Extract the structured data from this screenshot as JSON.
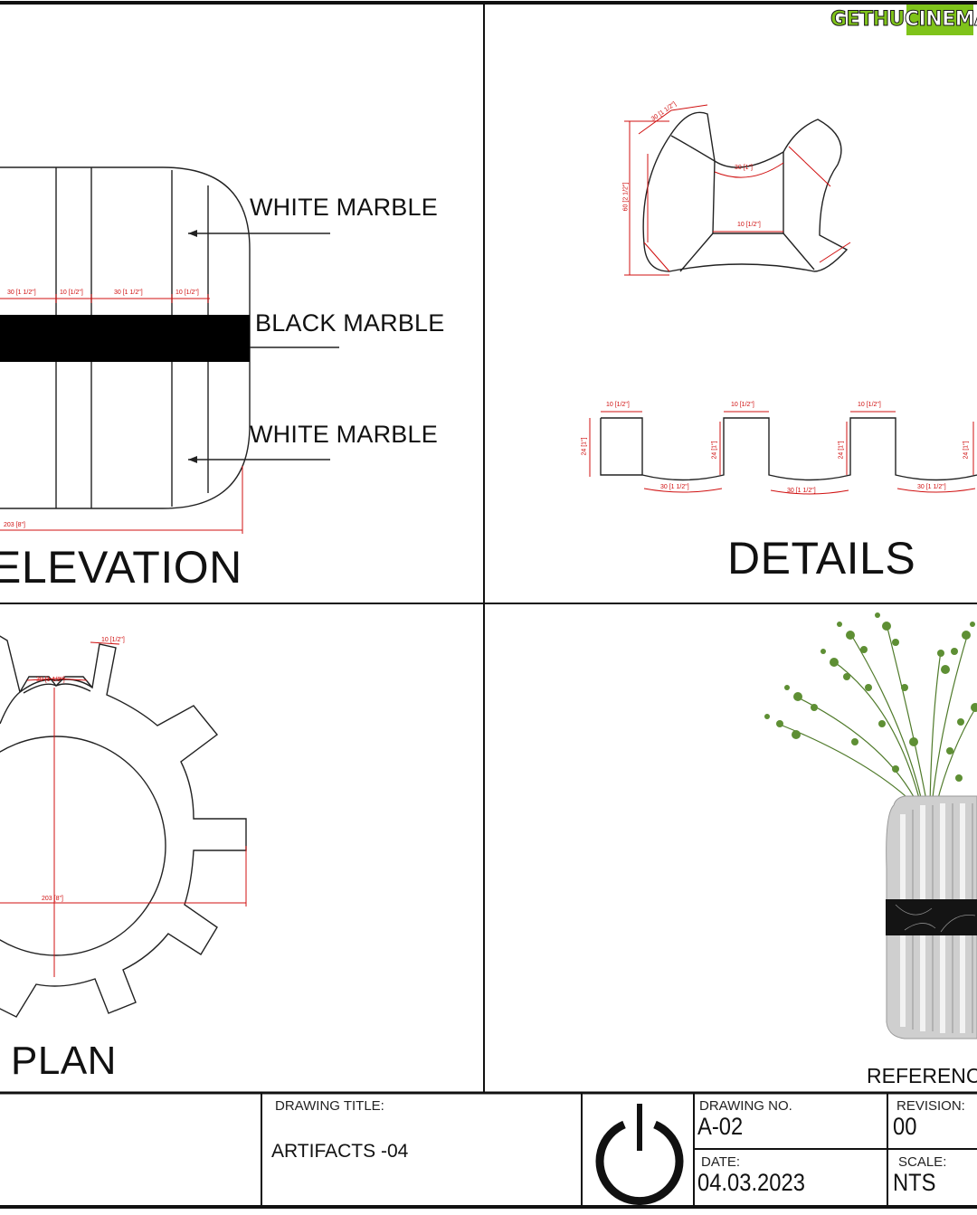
{
  "watermark": {
    "part1": "GETHU",
    "part2": "CINEMA",
    "color": "#7fc31a"
  },
  "elevation": {
    "callout_top": "WHITE MARBLE",
    "callout_middle": "BLACK MARBLE",
    "callout_bottom": "WHITE MARBLE",
    "title": "ELEVATION",
    "dims": [
      "30 [1 1/2\"]",
      "10 [1/2\"]",
      "30 [1 1/2\"]",
      "10 [1/2\"]",
      "203 [8\"]"
    ]
  },
  "details": {
    "title": "DETAILS",
    "dims_top": [
      "30 [1\"]",
      "10 [1/2\"]",
      "60 [2 1/2\"]",
      "30 [1 1/2\"]"
    ],
    "dims_profile": [
      "10 [1/2\"]",
      "10 [1/2\"]",
      "10 [1/2\"]",
      "24 [1\"]",
      "24 [1\"]",
      "24 [1\"]",
      "24 [1\"]",
      "30 [1 1/2\"]",
      "30 [1 1/2\"]",
      "30 [1 1/2\"]"
    ]
  },
  "plan": {
    "title": "PLAN",
    "dims": [
      "30 [1 1/2\"]",
      "10 [1/2\"]",
      "203 [8\"]"
    ]
  },
  "reference": {
    "title": "REFERENCE"
  },
  "title_block": {
    "drawing_title_label": "DRAWING TITLE:",
    "drawing_title_value": "ARTIFACTS -04",
    "drawing_no_label": "DRAWING NO.",
    "drawing_no_value": "A-02",
    "revision_label": "REVISION:",
    "revision_value": "00",
    "date_label": "DATE:",
    "date_value": "04.03.2023",
    "scale_label": "SCALE:",
    "scale_value": "NTS",
    "logo_icon": "power-icon"
  }
}
